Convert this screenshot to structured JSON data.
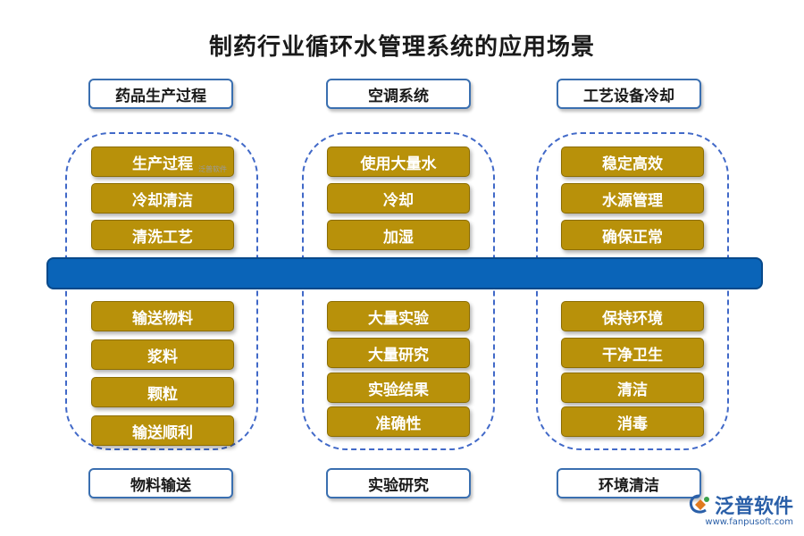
{
  "title": "制药行业循环水管理系统的应用场景",
  "top_labels": [
    "药品生产过程",
    "空调系统",
    "工艺设备冷却"
  ],
  "bottom_labels": [
    "物料输送",
    "实验研究",
    "环境清洁"
  ],
  "groups": [
    {
      "top_items": [
        "生产过程",
        "冷却清洁",
        "清洗工艺"
      ],
      "bottom_items": [
        "输送物料",
        "浆料",
        "颗粒",
        "输送顺利"
      ]
    },
    {
      "top_items": [
        "使用大量水",
        "冷却",
        "加湿"
      ],
      "bottom_items": [
        "大量实验",
        "大量研究",
        "实验结果",
        "准确性"
      ]
    },
    {
      "top_items": [
        "稳定高效",
        "水源管理",
        "确保正常"
      ],
      "bottom_items": [
        "保持环境",
        "干净卫生",
        "清洁",
        "消毒"
      ]
    }
  ],
  "watermark": "泛普软件",
  "brand": {
    "name": "泛普软件",
    "url": "www.fanpusoft.com",
    "logo_icon": "fanpu-logo-icon"
  },
  "colors": {
    "item_fill": "#b8910a",
    "band": "#0a64b8",
    "dashed_border": "#4169c8",
    "label_border": "#3a6fb0"
  }
}
